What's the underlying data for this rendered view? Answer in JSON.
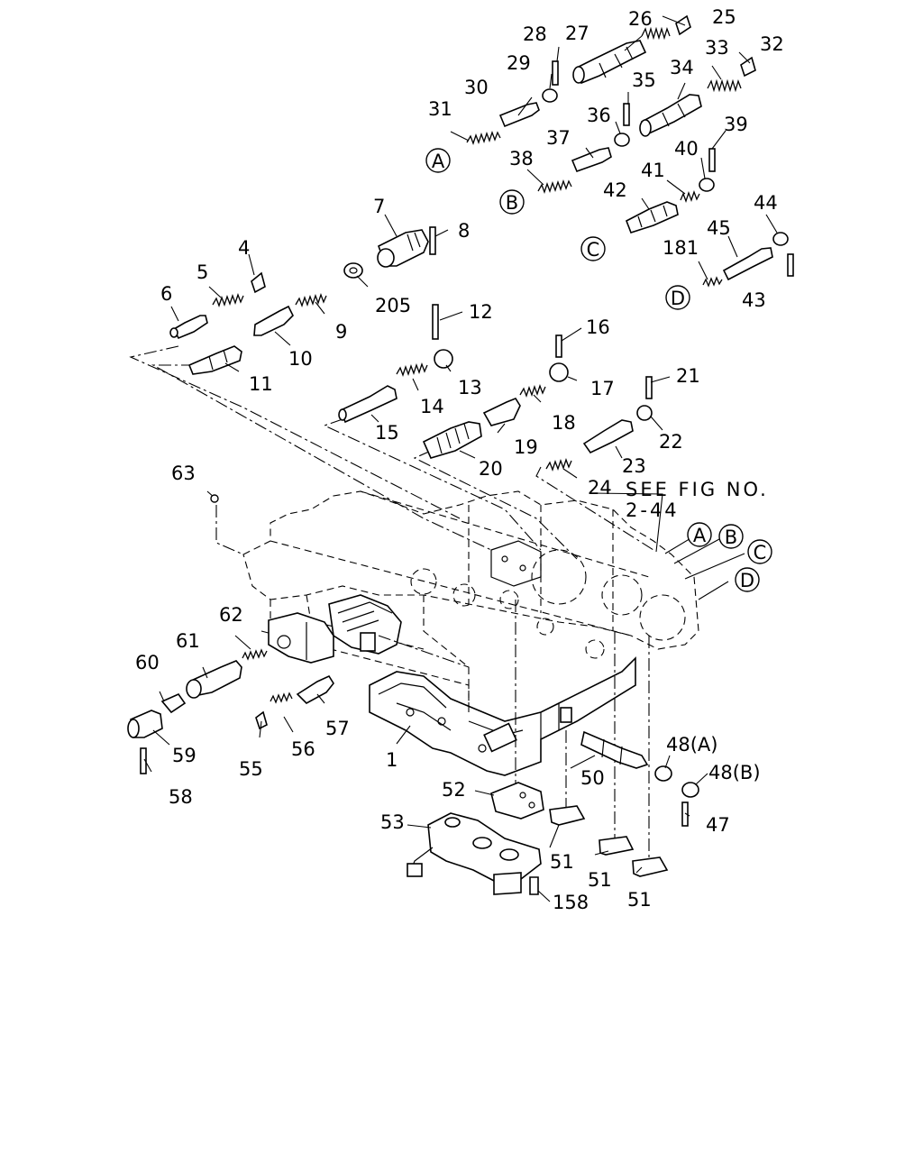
{
  "diagram": {
    "see_fig_line1": "SEE FIG NO.",
    "see_fig_line2": "2-44",
    "callouts": [
      "1",
      "4",
      "5",
      "6",
      "7",
      "8",
      "9",
      "10",
      "11",
      "12",
      "13",
      "14",
      "15",
      "16",
      "17",
      "18",
      "19",
      "20",
      "21",
      "22",
      "23",
      "24",
      "25",
      "26",
      "27",
      "28",
      "29",
      "30",
      "31",
      "32",
      "33",
      "34",
      "35",
      "36",
      "37",
      "38",
      "39",
      "40",
      "41",
      "42",
      "43",
      "44",
      "45",
      "47",
      "48(A)",
      "48(B)",
      "50",
      "51",
      "51",
      "51",
      "52",
      "53",
      "55",
      "56",
      "57",
      "58",
      "59",
      "60",
      "61",
      "62",
      "63",
      "158",
      "181",
      "205"
    ],
    "refs": [
      "A",
      "B",
      "C",
      "D",
      "A",
      "B",
      "C",
      "D"
    ]
  }
}
